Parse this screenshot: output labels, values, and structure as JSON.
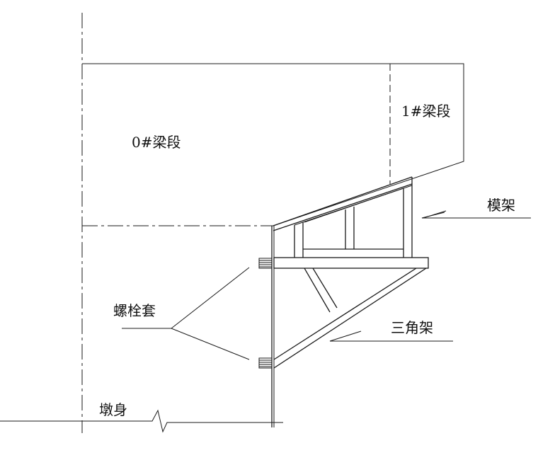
{
  "labels": {
    "segment0": "0#梁段",
    "segment1": "1#梁段",
    "formwork": "模架",
    "bolt_sleeve": "螺栓套",
    "triangle_frame": "三角架",
    "pier_body": "墩身"
  },
  "colors": {
    "line": "#1a1a1a",
    "background": "#ffffff"
  }
}
